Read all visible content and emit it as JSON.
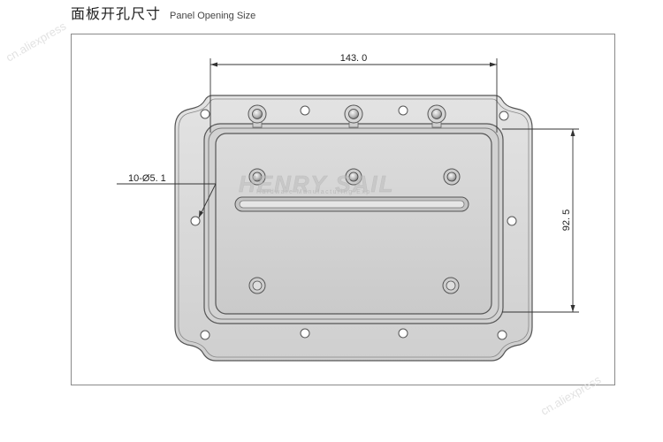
{
  "header": {
    "title_cn": "面板开孔尺寸",
    "title_en": "Panel Opening Size"
  },
  "dimensions": {
    "width_label": "143. 0",
    "height_label": "92. 5",
    "holes_label": "10-Ø5. 1"
  },
  "logo": {
    "brand_text": "HENRY SAIL",
    "sub_text": "Hardware Manufacturing Exp"
  },
  "watermark": {
    "text": "cn.aliexpress"
  },
  "colors": {
    "plate_fill": "#d9d9d9",
    "plate_stroke": "#555555",
    "dim_line": "#333333",
    "frame_border": "#8a8a8a"
  },
  "icons": {
    "rivet": "circle-rivet",
    "mount_hole": "circle-hole"
  }
}
